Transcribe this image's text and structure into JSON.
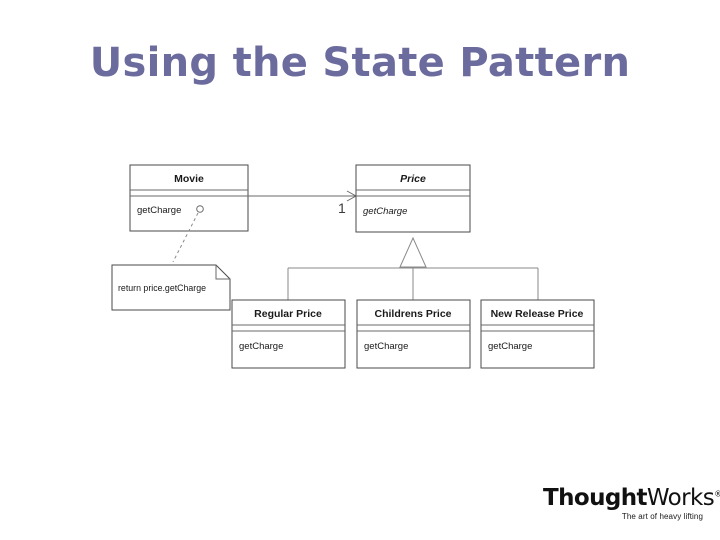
{
  "slide": {
    "title": "Using the State Pattern",
    "title_color": "#6b6b9e",
    "background_color": "#ffffff"
  },
  "diagram": {
    "type": "uml-class-diagram",
    "classes": [
      {
        "id": "movie",
        "name": "Movie",
        "abstract": false,
        "methods": [
          "getCharge"
        ]
      },
      {
        "id": "price",
        "name": "Price",
        "abstract": true,
        "methods": [
          "getCharge"
        ]
      },
      {
        "id": "regular-price",
        "name": "Regular Price",
        "abstract": false,
        "methods": [
          "getCharge"
        ]
      },
      {
        "id": "childrens-price",
        "name": "Childrens Price",
        "abstract": false,
        "methods": [
          "getCharge"
        ]
      },
      {
        "id": "new-release-price",
        "name": "New Release Price",
        "abstract": false,
        "methods": [
          "getCharge"
        ]
      }
    ],
    "association": {
      "from": "movie",
      "to": "price",
      "multiplicity": "1"
    },
    "generalizations": [
      {
        "from": "regular-price",
        "to": "price"
      },
      {
        "from": "childrens-price",
        "to": "price"
      },
      {
        "from": "new-release-price",
        "to": "price"
      }
    ],
    "note": {
      "text": "return price.getCharge",
      "attached_to": "movie.getCharge"
    }
  },
  "logo": {
    "word_bold": "Thought",
    "word_light": "Works",
    "trademark": "®",
    "tagline": "The art of heavy lifting"
  }
}
